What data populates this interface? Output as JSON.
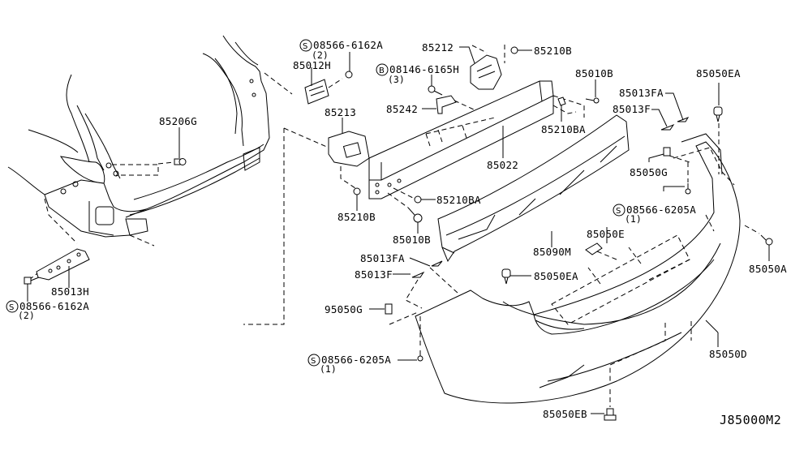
{
  "diagram": {
    "title_code": "J85000M2",
    "symbols": {
      "screw": "S",
      "bolt": "B"
    },
    "labels": {
      "p08566_6162A_top": "08566-6162A",
      "p08566_6162A_top_qty": "(2)",
      "p85012H": "85012H",
      "p08146_6165H": "08146-6165H",
      "p08146_6165H_qty": "(3)",
      "p85212": "85212",
      "p85210B_top": "85210B",
      "p85010B_top": "85010B",
      "p85050EA_top": "85050EA",
      "p85013FA_right": "85013FA",
      "p85013F_right": "85013F",
      "p85206G": "85206G",
      "p85213": "85213",
      "p85242": "85242",
      "p85210BA_top": "85210BA",
      "p85022": "85022",
      "p85050G_right": "85050G",
      "p08566_6205A_right": "08566-6205A",
      "p08566_6205A_right_qty": "(1)",
      "p85210B_left": "85210B",
      "p85210BA_mid": "85210BA",
      "p85010B_mid": "85010B",
      "p85090M": "85090M",
      "p85050E": "85050E",
      "p85050A": "85050A",
      "p85013FA_left": "85013FA",
      "p85013F_left": "85013F",
      "p85050EA_mid": "85050EA",
      "p85013H": "85013H",
      "p08566_6162A_bottom": "08566-6162A",
      "p08566_6162A_bottom_qty": "(2)",
      "p95050G": "95050G",
      "p08566_6205A_bottom": "08566-6205A",
      "p08566_6205A_bottom_qty": "(1)",
      "p85050D": "85050D",
      "p85050EB": "85050EB"
    }
  }
}
